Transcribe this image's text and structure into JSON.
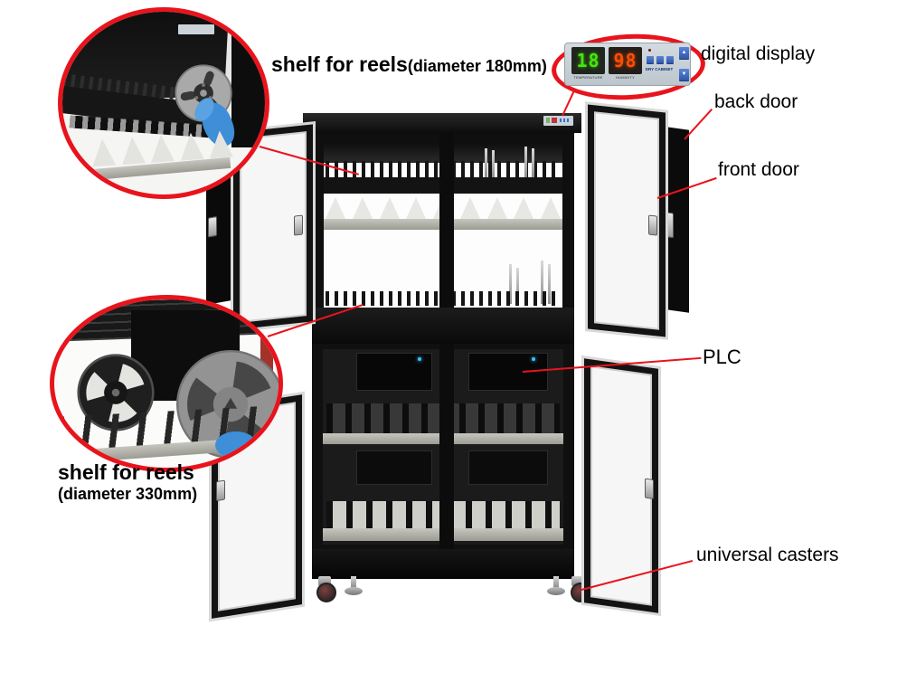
{
  "diagram": {
    "subject": "electronic dry cabinet for reels"
  },
  "callouts": {
    "shelf_reels_top": {
      "label": "shelf for reels",
      "detail": "(diameter 180mm)"
    },
    "digital_display": {
      "label": "digital display"
    },
    "back_door": {
      "label": "back door"
    },
    "front_door": {
      "label": "front door"
    },
    "plc": {
      "label": "PLC"
    },
    "shelf_reels_left": {
      "label": "shelf for reels",
      "detail": "(diameter 330mm)"
    },
    "universal_casters": {
      "label": "universal casters"
    }
  },
  "display_panel": {
    "temperature_value": "18",
    "humidity_value": "98",
    "temperature_label": "TEMPERATURE",
    "humidity_label": "HUMIDITY",
    "product_label": "DRY CABINET",
    "up_button": "▲",
    "down_button": "▼"
  },
  "colors": {
    "callout_red": "#e8141c",
    "temperature_green": "#45e60d",
    "humidity_orange": "#ff4e00",
    "cabinet_black": "#121212",
    "button_blue": "#3f6cc8",
    "glove_blue": "#3e8ed8"
  }
}
